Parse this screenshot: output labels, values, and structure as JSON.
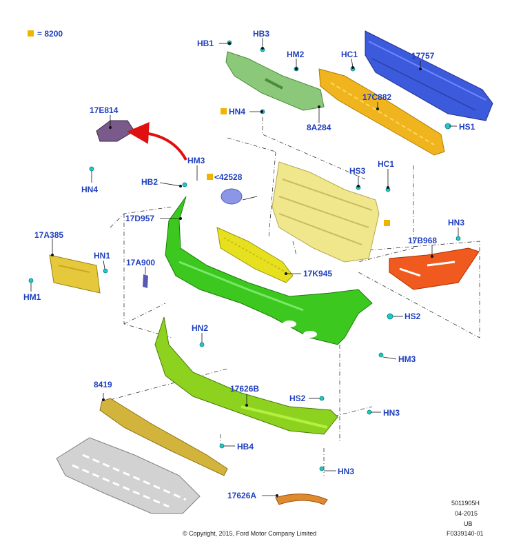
{
  "legend": {
    "marker_color": "#f0b400",
    "text": "= 8200"
  },
  "labels": {
    "HB1": "HB1",
    "HB3": "HB3",
    "HM2": "HM2",
    "HC1_top": "HC1",
    "p17757": "17757",
    "p17C882": "17C882",
    "HN4_top": "HN4",
    "p8A284": "8A284",
    "HS1": "HS1",
    "p17E814": "17E814",
    "HN4_left": "HN4",
    "HM3_top": "HM3",
    "HB2": "HB2",
    "p42528": "<42528",
    "HS3": "HS3",
    "HC1_mid": "HC1",
    "p17D957": "17D957",
    "p17A385": "17A385",
    "HN1": "HN1",
    "HM1": "HM1",
    "p17A900": "17A900",
    "p17K945": "17K945",
    "HN3_right": "HN3",
    "p17B968": "17B968",
    "HS2_right": "HS2",
    "HN2": "HN2",
    "HM3_right": "HM3",
    "p8419": "8419",
    "p17626B": "17626B",
    "HS2_bottom": "HS2",
    "HN3_bottom": "HN3",
    "HB4": "HB4",
    "HN3_low": "HN3",
    "p17626A": "17626A"
  },
  "footer": {
    "copyright": "© Copyright, 2015, Ford Motor Company Limited",
    "code1": "5011905H",
    "date": "04-2015",
    "region": "UB",
    "figure_id": "F0339140-01"
  },
  "colors": {
    "label_text": "#1f3fbf",
    "bumper_cover": "#3cc81e",
    "lower_cover": "#8cd21e",
    "grille": "#f0e68c",
    "absorber": "#f0b41e",
    "reinforcement": "#3c5adc",
    "bracket": "#8cc87a",
    "side_grille": "#f05a1e",
    "arrow": "#e01010",
    "splash_shield": "#d2d2d2",
    "deflector": "#d2b43c",
    "molding": "#e08a30",
    "plate_bracket": "#e6c83c",
    "fastener": "#1ec8c8"
  }
}
